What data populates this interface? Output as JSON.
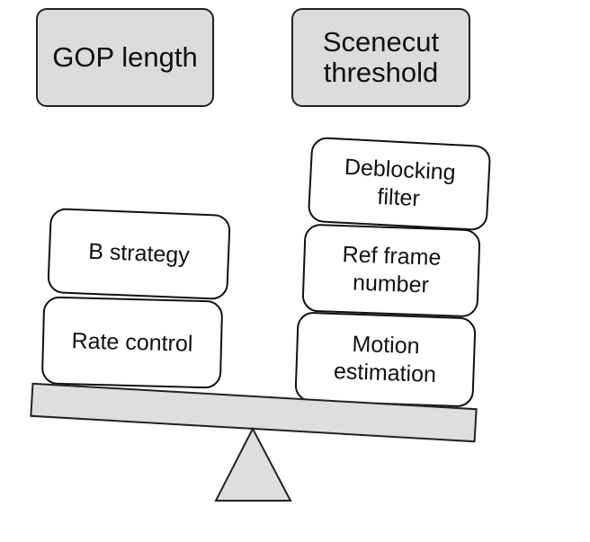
{
  "parameters": {
    "gop_length": "GOP length",
    "scenecut_threshold": "Scenecut\nthreshold"
  },
  "left_stack": {
    "b_strategy": "B strategy",
    "rate_control": "Rate control"
  },
  "right_stack": {
    "deblocking_filter": "Deblocking\nfilter",
    "ref_frame_number": "Ref frame\nnumber",
    "motion_estimation": "Motion\nestimation"
  },
  "colors": {
    "box_fill": "#dcdcdc",
    "beam_fill": "#dedede",
    "outline": "#111111"
  }
}
